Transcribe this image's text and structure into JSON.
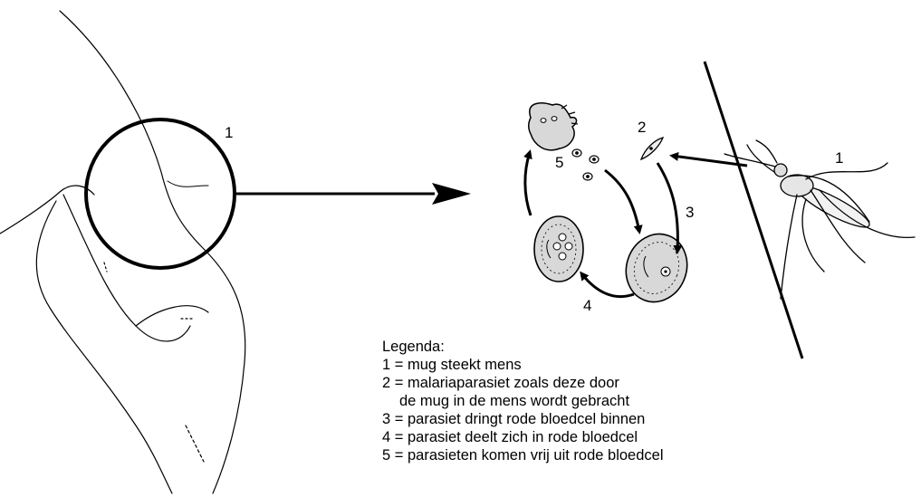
{
  "labels": {
    "circle_marker": "1",
    "mosquito_marker": "1",
    "parasite_marker": "2",
    "step_invade": "3",
    "step_divide": "4",
    "step_release": "5"
  },
  "legend": {
    "title": "Legenda:",
    "items": [
      {
        "key": "1",
        "sep": " = ",
        "text": "mug steekt mens"
      },
      {
        "key": "2",
        "sep": " = ",
        "text": "malariaparasiet zoals deze door",
        "continuation": "de mug in de mens wordt gebracht"
      },
      {
        "key": "3",
        "sep": " = ",
        "text": "parasiet dringt rode bloedcel binnen"
      },
      {
        "key": "4",
        "sep": " = ",
        "text": "parasiet deelt zich in rode bloedcel"
      },
      {
        "key": "5",
        "sep": " = ",
        "text": "parasieten komen vrij uit rode bloedcel"
      }
    ]
  }
}
